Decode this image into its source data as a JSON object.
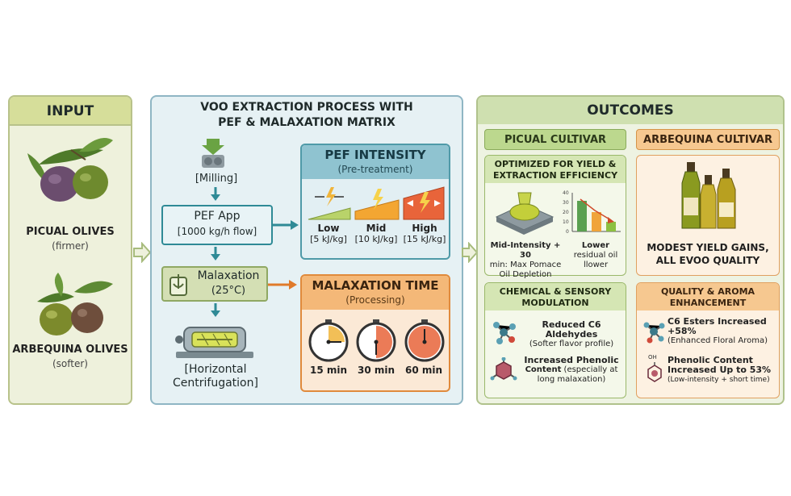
{
  "input": {
    "title": "INPUT",
    "olives": [
      {
        "name": "PICUAL OLIVES",
        "note": "(firmer)"
      },
      {
        "name": "ARBEQUINA OLIVES",
        "note": "(softer)"
      }
    ]
  },
  "process": {
    "title_line1": "VOO EXTRACTION PROCESS WITH",
    "title_line2": "PEF & MALAXATION MATRIX",
    "milling": "[Milling]",
    "pef_app": "PEF App",
    "pef_flow": "[1000 kg/h flow]",
    "malaxation": "Malaxation",
    "malaxation_temp": "(25°C)",
    "centrifugation_line1": "[Horizontal",
    "centrifugation_line2": "Centrifugation]",
    "pef_intensity": {
      "title": "PEF INTENSITY",
      "subtitle": "(Pre-treatment)",
      "levels": [
        {
          "label": "Low",
          "value": "[5 kJ/kg]"
        },
        {
          "label": "Mid",
          "value": "[10 kJ/kg]"
        },
        {
          "label": "High",
          "value": "[15 kJ/kg]"
        }
      ]
    },
    "malaxation_time": {
      "title": "MALAXATION TIME",
      "subtitle": "(Processing)",
      "times": [
        "15 min",
        "30 min",
        "60 min"
      ],
      "fractions": [
        0.25,
        0.5,
        1.0
      ]
    }
  },
  "outcomes": {
    "title": "OUTCOMES",
    "picual": {
      "header": "PICUAL CULTIVAR",
      "yield_title1": "OPTIMIZED FOR YIELD &",
      "yield_title2": "EXTRACTION EFFICIENCY",
      "left_caption1": "Mid-Intensity + 30",
      "left_caption2": "min: Max Pomace",
      "left_caption3": "Oil Depletion",
      "right_caption1": "Lower",
      "right_caption2": "residual oil",
      "right_caption3": "llower",
      "chart_ticks": [
        "40",
        "30",
        "20",
        "10",
        "0"
      ],
      "chem_title1": "CHEMICAL & SENSORY",
      "chem_title2": "MODULATION",
      "item1_bold": "Reduced C6 Aldehydes",
      "item1_note": "(Softer flavor profile)",
      "item2_bold1": "Increased Phenolic",
      "item2_bold2": "Content",
      "item2_note1": "(especially at",
      "item2_note2": "long malaxation)"
    },
    "arbequina": {
      "header": "ARBEQUINA CULTIVAR",
      "yield_line1": "MODEST YIELD GAINS,",
      "yield_line2": "ALL EVOO QUALITY",
      "quality_title1": "QUALITY & AROMA",
      "quality_title2": "ENHANCEMENT",
      "item1_bold1": "C6 Esters Increased",
      "item1_bold2": "+58%",
      "item1_note": "(Enhanced Floral Aroma)",
      "item2_oh": "OH",
      "item2_bold1": "Phenolic Content",
      "item2_bold2": "Increased Up to 53%",
      "item2_note": "(Low-intensity + short time)"
    }
  },
  "colors": {
    "teal_arrow": "#2f8a96",
    "orange_arrow": "#e07a2a",
    "green_arrow": "#a7bb7c"
  }
}
